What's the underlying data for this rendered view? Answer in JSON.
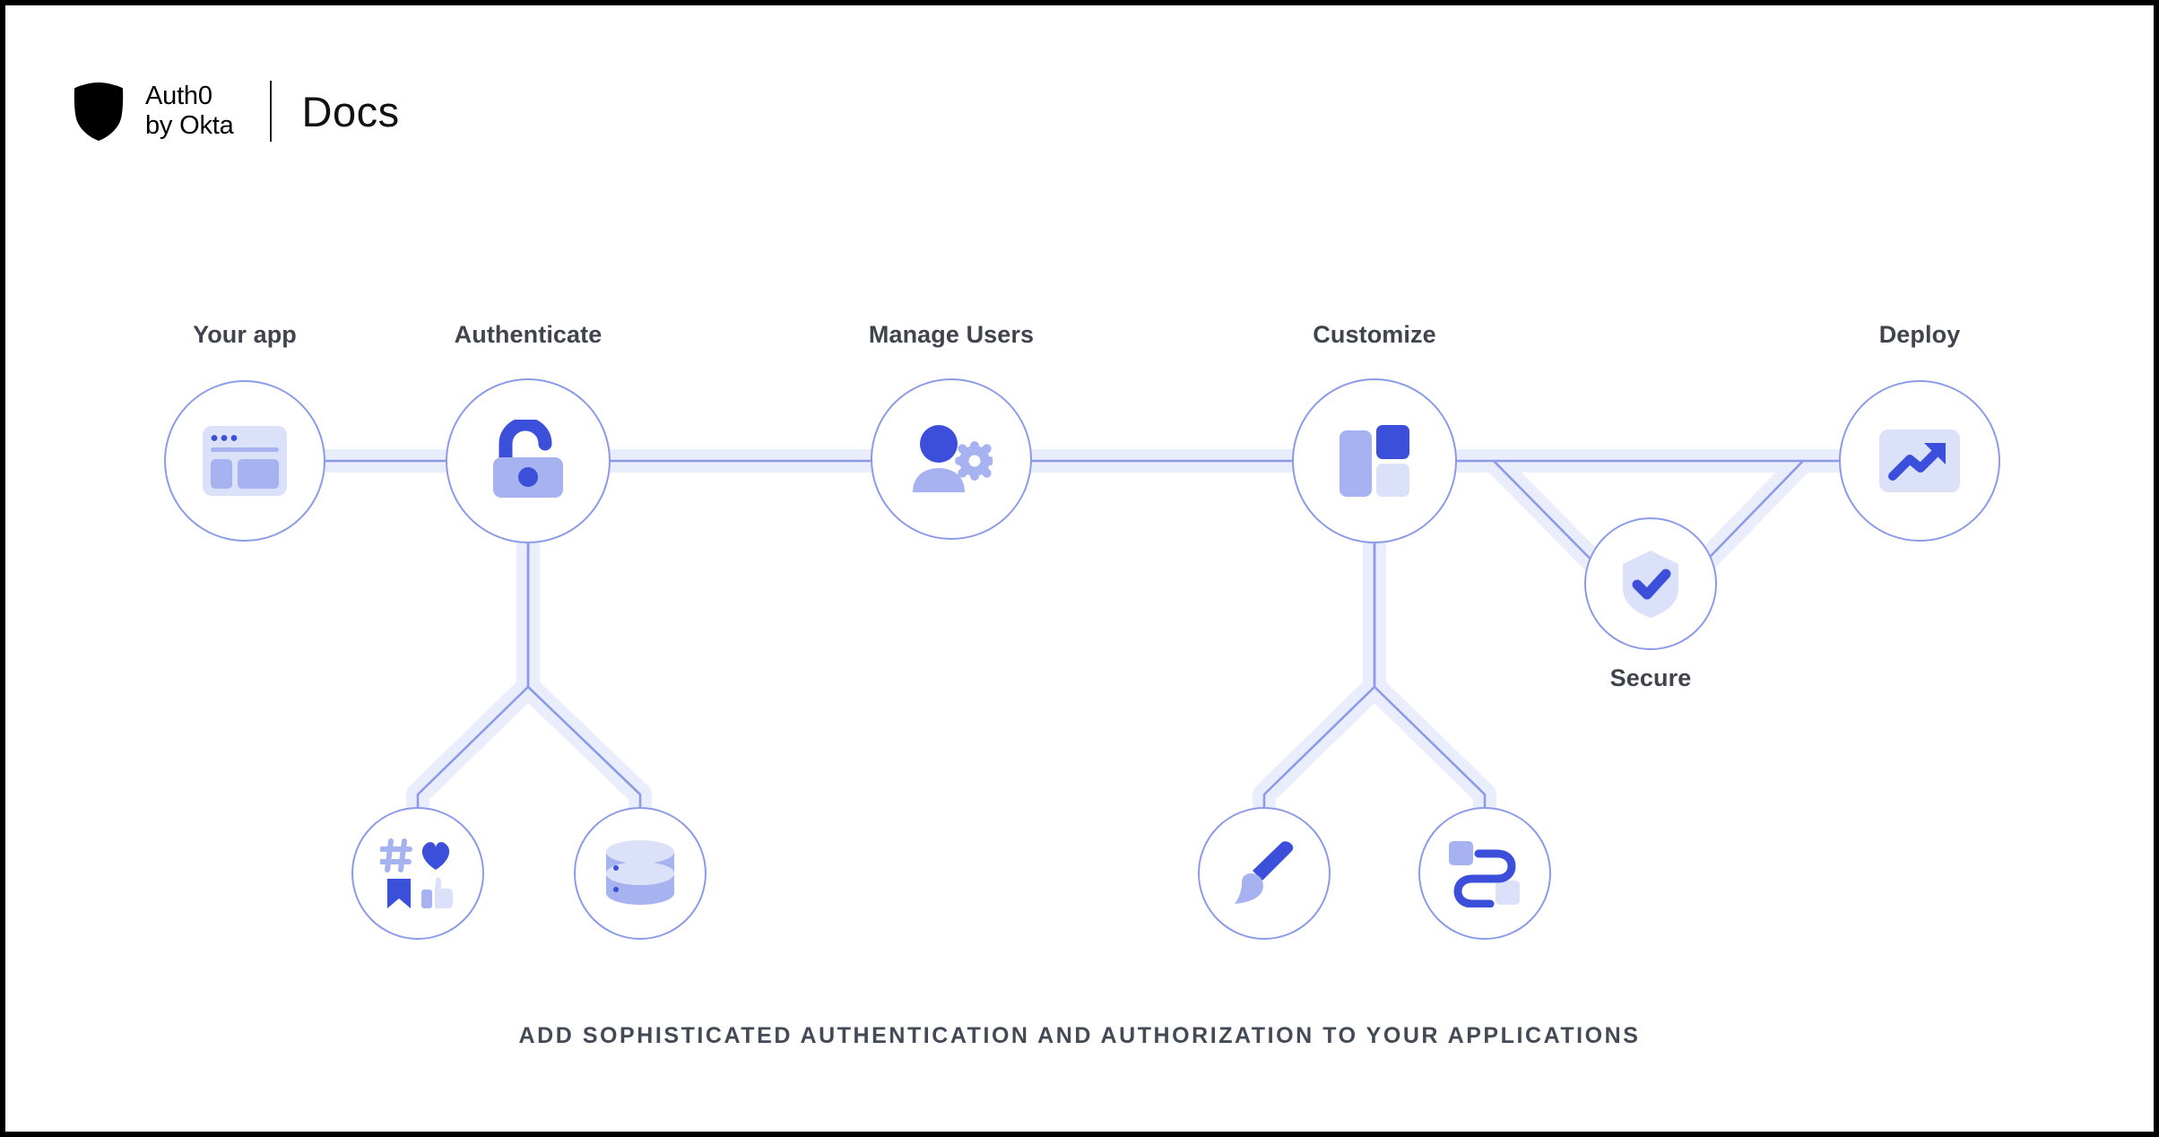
{
  "brand": {
    "logo_icon": "auth0-shield-icon",
    "name_line1": "Auth0",
    "name_line2": "by Okta",
    "product": "Docs"
  },
  "colors": {
    "accent_dark": "#3B4FDB",
    "accent_mid": "#A7B3F0",
    "accent_pale": "#DCE1FA",
    "node_stroke": "#8B9BE8",
    "wire_line": "#8B9BE8",
    "wire_halo": "#EAEDFB",
    "label_text": "#3F444D",
    "caption_text": "#434A55",
    "background": "#FFFFFF"
  },
  "diagram": {
    "type": "flow",
    "nodes": [
      {
        "id": "your-app",
        "label": "Your app",
        "icon": "browser-window-icon",
        "label_position": "above"
      },
      {
        "id": "authenticate",
        "label": "Authenticate",
        "icon": "open-padlock-icon",
        "label_position": "above"
      },
      {
        "id": "manage-users",
        "label": "Manage Users",
        "icon": "user-gear-icon",
        "label_position": "above"
      },
      {
        "id": "customize",
        "label": "Customize",
        "icon": "blocks-layout-icon",
        "label_position": "above"
      },
      {
        "id": "deploy",
        "label": "Deploy",
        "icon": "trending-up-icon",
        "label_position": "above"
      },
      {
        "id": "secure",
        "label": "Secure",
        "icon": "shield-check-icon",
        "label_position": "below"
      },
      {
        "id": "social",
        "label": "",
        "icon": "social-tags-icon",
        "label_position": "none"
      },
      {
        "id": "database",
        "label": "",
        "icon": "database-icon",
        "label_position": "none"
      },
      {
        "id": "branding",
        "label": "",
        "icon": "paintbrush-icon",
        "label_position": "none"
      },
      {
        "id": "flows",
        "label": "",
        "icon": "flow-connector-icon",
        "label_position": "none"
      }
    ],
    "edges": [
      {
        "from": "your-app",
        "to": "authenticate"
      },
      {
        "from": "authenticate",
        "to": "manage-users"
      },
      {
        "from": "manage-users",
        "to": "customize"
      },
      {
        "from": "customize",
        "to": "deploy"
      },
      {
        "from": "customize",
        "to": "secure"
      },
      {
        "from": "secure",
        "to": "deploy"
      },
      {
        "from": "authenticate",
        "to": "social"
      },
      {
        "from": "authenticate",
        "to": "database"
      },
      {
        "from": "customize",
        "to": "branding"
      },
      {
        "from": "customize",
        "to": "flows"
      }
    ]
  },
  "caption": "ADD SOPHISTICATED AUTHENTICATION AND AUTHORIZATION TO YOUR APPLICATIONS"
}
